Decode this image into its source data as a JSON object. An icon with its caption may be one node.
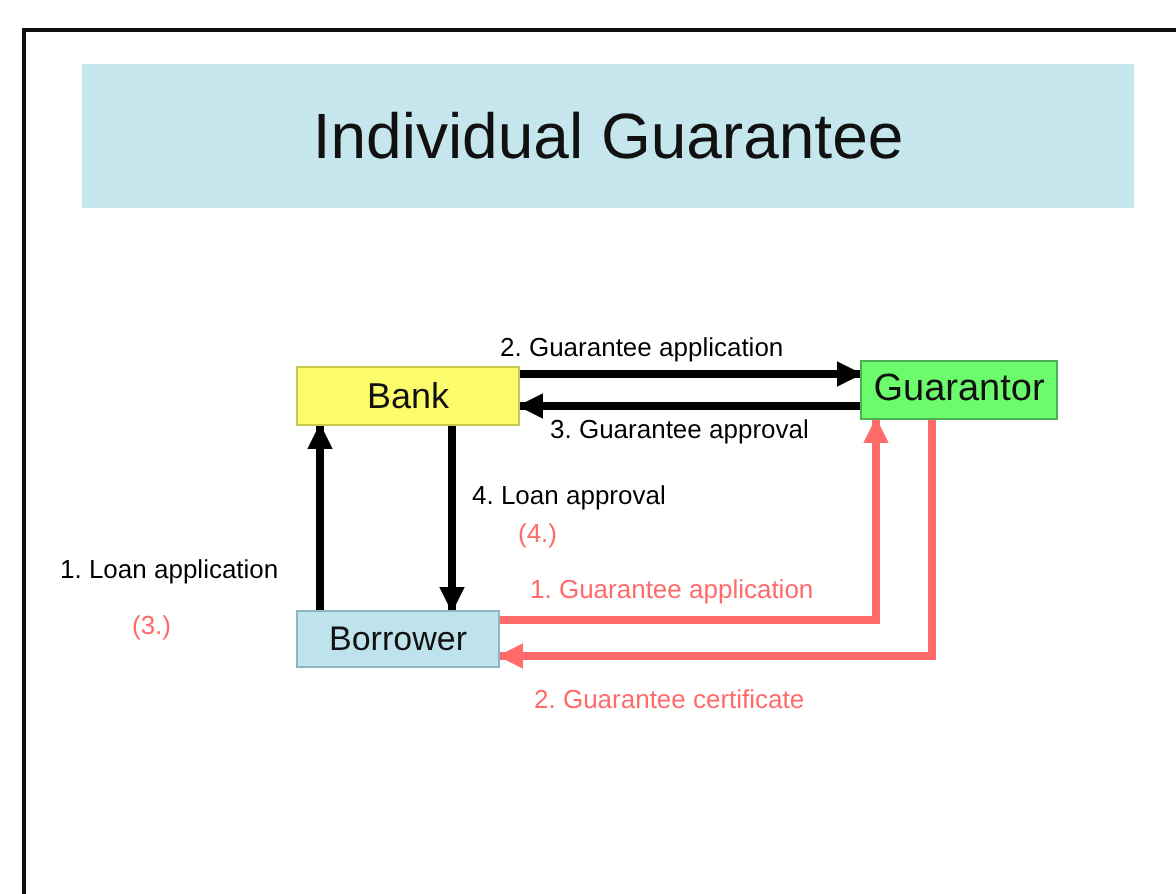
{
  "diagram": {
    "title": "Individual Guarantee",
    "nodes": [
      {
        "text": [
          "Bank"
        ]
      },
      {
        "text": [
          "Guarantor"
        ]
      },
      {
        "text": [
          "Borrower"
        ]
      }
    ],
    "edges": [
      {
        "from": 2,
        "to": 0,
        "arrow": "to",
        "label": "1. Loan application"
      },
      {
        "from": 0,
        "to": 1,
        "arrow": "to",
        "label": "2. Guarantee application"
      },
      {
        "from": 1,
        "to": 0,
        "arrow": "to",
        "label": "3. Guarantee approval"
      },
      {
        "from": 0,
        "to": 2,
        "arrow": "to",
        "label": "4. Loan approval"
      },
      {
        "from": 2,
        "to": 1,
        "arrow": "to",
        "label": "1. Guarantee application",
        "color": "#ff6b6b"
      },
      {
        "from": 1,
        "to": 2,
        "arrow": "to",
        "label": "2. Guarantee certificate",
        "color": "#ff6b6b"
      }
    ],
    "labels": [
      "(3.)",
      "(4.)"
    ]
  }
}
